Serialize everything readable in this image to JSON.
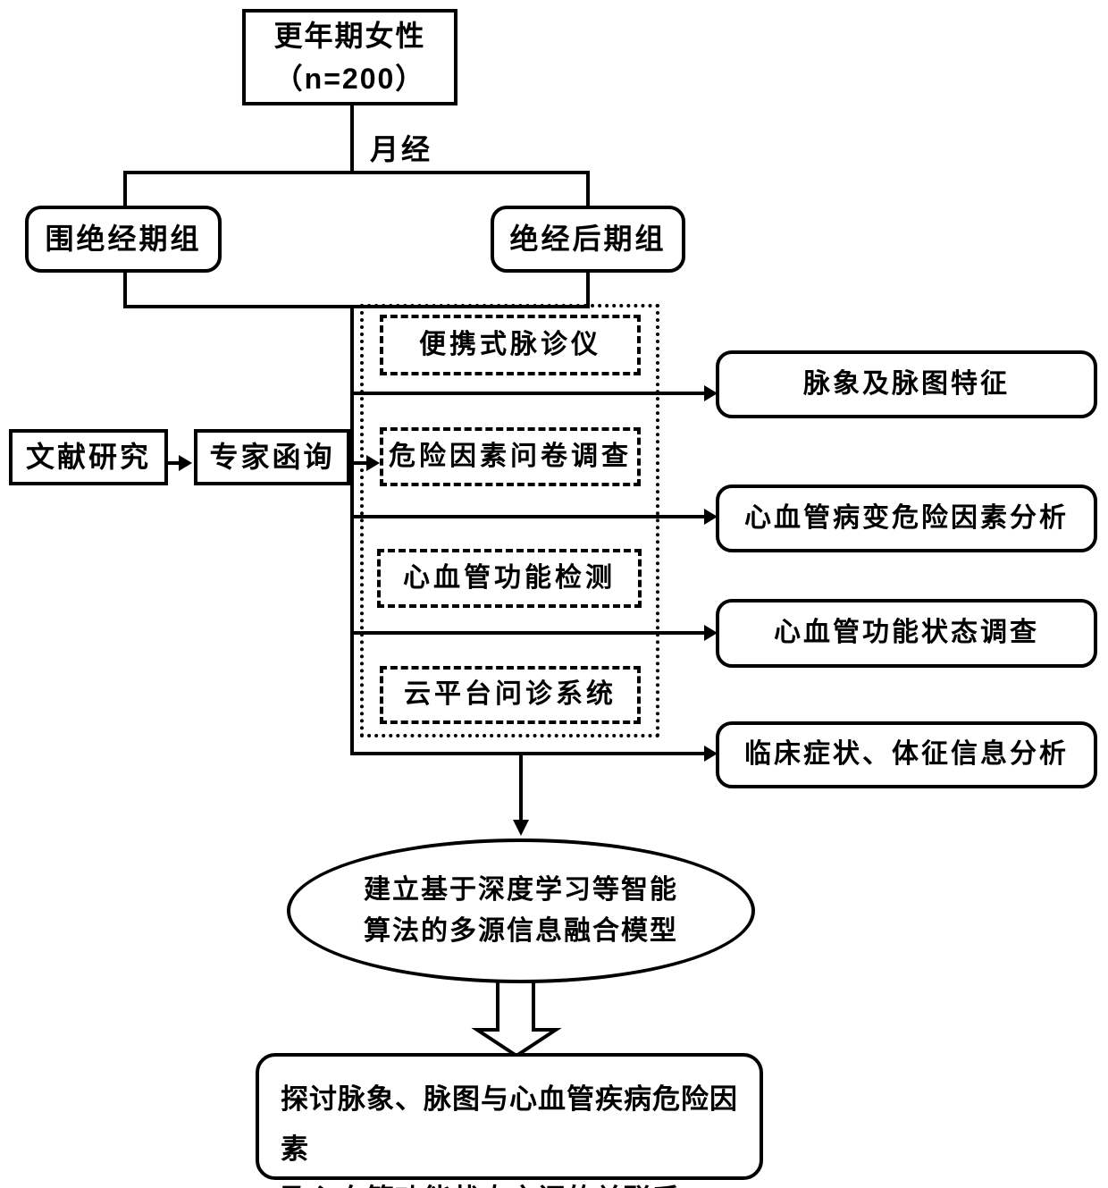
{
  "diagram": {
    "top_box": {
      "line1": "更年期女性",
      "line2": "（n=200）"
    },
    "branch_label": "月经",
    "groups": {
      "left": "围绝经期组",
      "right": "绝经后期组"
    },
    "inputs": {
      "literature": "文献研究",
      "expert": "专家函询"
    },
    "collection_tools": [
      "便携式脉诊仪",
      "危险因素问卷调查",
      "心血管功能检测",
      "云平台问诊系统"
    ],
    "outputs": [
      "脉象及脉图特征",
      "心血管病变危险因素分析",
      "心血管功能状态调查",
      "临床症状、体征信息分析"
    ],
    "model_ellipse": {
      "line1": "建立基于深度学习等智能",
      "line2": "算法的多源信息融合模型"
    },
    "conclusion_box": {
      "line1": "探讨脉象、脉图与心血管疾病危险因素",
      "line2": "及心血管功能状态之间的关联系"
    },
    "colors": {
      "line": "#000000",
      "background": "#ffffff",
      "text": "#000000"
    }
  }
}
